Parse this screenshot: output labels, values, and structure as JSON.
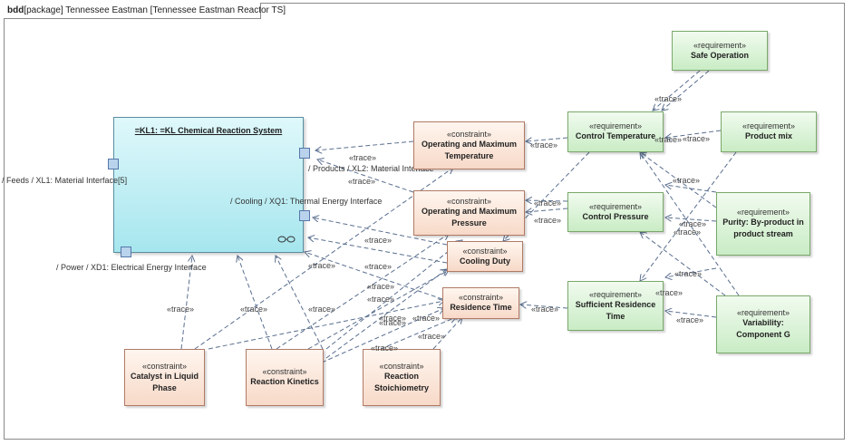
{
  "frame": {
    "kind": "bdd",
    "title": "[package] Tennessee Eastman [Tennessee Eastman Reactor TS]"
  },
  "block": {
    "name": "=KL1: =KL Chemical Reaction System",
    "ports": {
      "feeds": "/ Feeds / XL1: Material Interface[5]",
      "products": "/ Products / XL2: Material Interface",
      "cooling": "/ Cooling / XQ1: Thermal Energy Interface",
      "power": "/ Power / XD1: Electrical Energy Interface"
    }
  },
  "stereotypes": {
    "constraint": "«constraint»",
    "requirement": "«requirement»"
  },
  "constraints": {
    "op_temp": "Operating and Maximum Temperature",
    "op_press": "Operating and Maximum Pressure",
    "cooling_duty": "Cooling Duty",
    "residence_time": "Residence Time",
    "catalyst": "Catalyst in Liquid Phase",
    "kinetics": "Reaction Kinetics",
    "stoich": "Reaction Stoichiometry"
  },
  "requirements": {
    "safe_op": "Safe Operation",
    "control_temp": "Control Temperature",
    "product_mix": "Product mix",
    "control_press": "Control Pressure",
    "purity": "Purity: By-product in product stream",
    "suff_res": "Sufficient Residence Time",
    "variability": "Variability: Component G"
  },
  "trace_label": "«trace»"
}
